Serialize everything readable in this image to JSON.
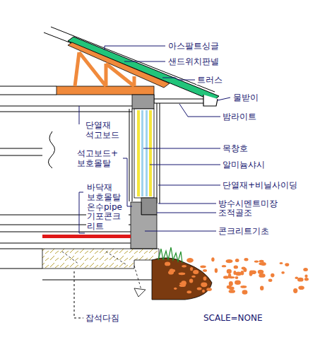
{
  "diagram": {
    "labels": [
      "아스팔트싱글",
      "샌드위치판넬",
      "트러스",
      "물받이",
      "밤라이트",
      "단열재",
      "석고보드",
      "목창호",
      "석고보드+ 보호몰탈",
      "알미늄샤시",
      "바닥재",
      "보호몰탈",
      "온수pipe",
      "기포콘크 리트",
      "단열재+비닐사이딩",
      "방수시멘트미장",
      "조적골조",
      "콘크리트기초",
      "잡석다짐",
      "SCALE=NONE"
    ]
  }
}
